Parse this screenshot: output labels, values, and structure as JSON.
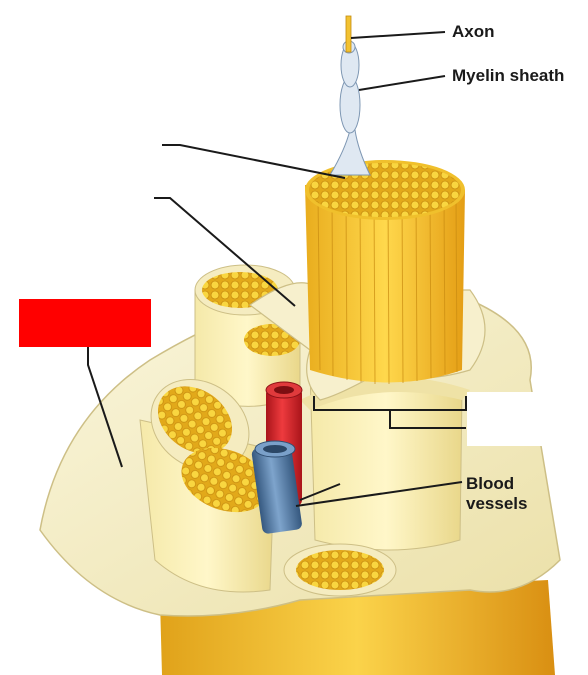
{
  "labels": {
    "axon": "Axon",
    "myelin_sheath": "Myelin sheath",
    "blood_vessels_line1": "Blood",
    "blood_vessels_line2": "vessels"
  },
  "masks": {
    "red_box_color": "#ff0000",
    "white_box_color": "#ffffff"
  },
  "colors": {
    "fascicle_yellow": "#f3c12a",
    "fiber_dot": "#f7d23a",
    "epineurium": "#f6f0cf",
    "artery": "#d8262a",
    "vein": "#5b86b4"
  }
}
